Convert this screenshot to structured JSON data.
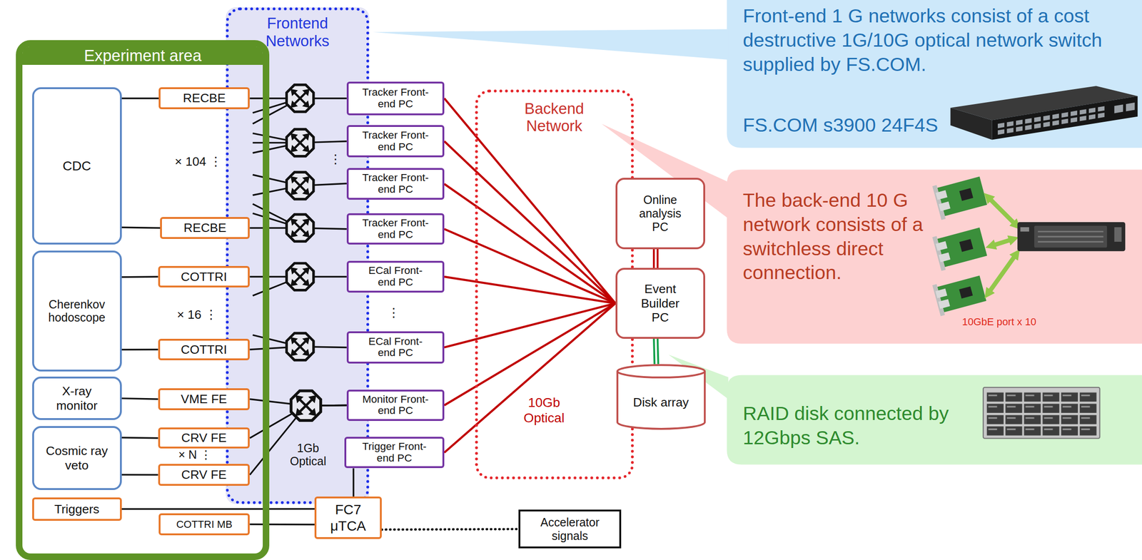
{
  "diagram": {
    "nodes": [
      {
        "text": [
          "Experiment area"
        ]
      },
      {
        "text": [
          "Frontend Networks"
        ]
      },
      {
        "text": [
          "Backend Network"
        ]
      },
      {
        "text": [
          "CDC"
        ],
        "in": 0
      },
      {
        "text": [
          "RECBE"
        ],
        "in": 0
      },
      {
        "text": [
          "RECBE"
        ],
        "in": 0
      },
      {
        "text": [
          "Cherenkov hodoscope"
        ],
        "in": 0
      },
      {
        "text": [
          "COTTRI"
        ],
        "in": 0
      },
      {
        "text": [
          "COTTRI"
        ],
        "in": 0
      },
      {
        "text": [
          "X-ray monitor"
        ],
        "in": 0
      },
      {
        "text": [
          "VME FE"
        ],
        "in": 0
      },
      {
        "text": [
          "Cosmic ray veto"
        ],
        "in": 0
      },
      {
        "text": [
          "CRV FE"
        ],
        "in": 0
      },
      {
        "text": [
          "CRV FE"
        ],
        "in": 0
      },
      {
        "text": [
          "Triggers"
        ],
        "in": 0
      },
      {
        "text": [
          "COTTRI MB"
        ],
        "in": 0
      },
      {
        "text": [
          "FC7 μTCA"
        ]
      },
      {
        "text": [
          "Tracker Front-end PC"
        ]
      },
      {
        "text": [
          "Tracker Front-end PC"
        ]
      },
      {
        "text": [
          "Tracker Front-end PC"
        ]
      },
      {
        "text": [
          "Tracker Front-end PC"
        ]
      },
      {
        "text": [
          "ECal Front-end PC"
        ]
      },
      {
        "text": [
          "ECal Front-end PC"
        ]
      },
      {
        "text": [
          "Monitor Front-end PC"
        ]
      },
      {
        "text": [
          "Trigger Front-end PC"
        ]
      },
      {
        "text": [
          "Online analysis PC"
        ]
      },
      {
        "text": [
          "Event Builder PC"
        ]
      },
      {
        "text": [
          "Disk array"
        ]
      },
      {
        "text": [
          "Accelerator signals"
        ]
      },
      {
        "text": [
          "Front-end 1 G networks consist of a cost destructive 1G/10G optical network switch supplied by FS.COM.",
          "FS.COM s3900 24F4S"
        ]
      },
      {
        "text": [
          "The back-end 10 G network consists of a switchless direct connection.",
          "10GbE port x 10"
        ]
      },
      {
        "text": [
          "RAID disk connected by 12Gbps SAS."
        ]
      }
    ],
    "edges": [
      {
        "from": 3,
        "to": 4,
        "arrow": "none"
      },
      {
        "from": 3,
        "to": 5,
        "arrow": "none"
      },
      {
        "from": 4,
        "to": 17,
        "arrow": "none"
      },
      {
        "from": 5,
        "to": 20,
        "arrow": "none"
      },
      {
        "from": 6,
        "to": 7,
        "arrow": "none"
      },
      {
        "from": 6,
        "to": 8,
        "arrow": "none"
      },
      {
        "from": 7,
        "to": 21,
        "arrow": "none"
      },
      {
        "from": 8,
        "to": 22,
        "arrow": "none"
      },
      {
        "from": 9,
        "to": 10,
        "arrow": "none"
      },
      {
        "from": 10,
        "to": 23,
        "arrow": "none"
      },
      {
        "from": 11,
        "to": 12,
        "arrow": "none"
      },
      {
        "from": 11,
        "to": 13,
        "arrow": "none"
      },
      {
        "from": 12,
        "to": 23,
        "arrow": "none"
      },
      {
        "from": 13,
        "to": 23,
        "arrow": "none"
      },
      {
        "from": 14,
        "to": 16,
        "arrow": "none"
      },
      {
        "from": 15,
        "to": 16,
        "arrow": "none"
      },
      {
        "from": 16,
        "to": 24,
        "arrow": "none"
      },
      {
        "from": 16,
        "to": 28,
        "arrow": "none"
      },
      {
        "from": 17,
        "to": 26,
        "arrow": "none"
      },
      {
        "from": 18,
        "to": 26,
        "arrow": "none"
      },
      {
        "from": 19,
        "to": 26,
        "arrow": "none"
      },
      {
        "from": 20,
        "to": 26,
        "arrow": "none"
      },
      {
        "from": 21,
        "to": 26,
        "arrow": "none"
      },
      {
        "from": 22,
        "to": 26,
        "arrow": "none"
      },
      {
        "from": 23,
        "to": 26,
        "arrow": "none"
      },
      {
        "from": 24,
        "to": 26,
        "arrow": "none"
      },
      {
        "from": 26,
        "to": 25,
        "arrow": "none"
      },
      {
        "from": 26,
        "to": 27,
        "arrow": "none"
      }
    ],
    "labels": [
      "× 104 ⋮",
      "× 16 ⋮",
      "× N ⋮",
      "⋮",
      "⋮",
      "1Gb Optical",
      "10Gb Optical"
    ]
  }
}
